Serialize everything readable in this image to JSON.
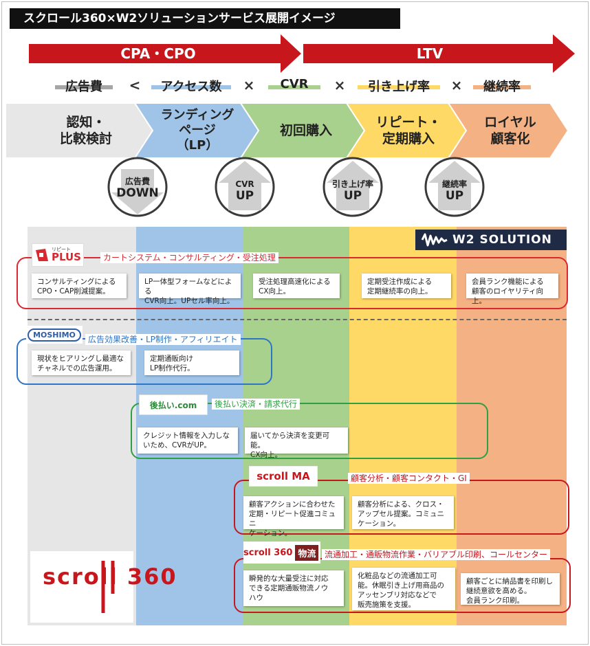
{
  "title": "スクロール360×W2ソリューションサービス展開イメージ",
  "arrows": [
    {
      "label": "CPA・CPO",
      "color": "#c8161d"
    },
    {
      "label": "LTV",
      "color": "#c8161d"
    }
  ],
  "formula": {
    "terms": [
      {
        "label": "広告費",
        "underline": "#a6a6a6"
      },
      {
        "label": "アクセス数",
        "underline": "#9dc3e6"
      },
      {
        "label": "CVR",
        "underline": "#a9d18e"
      },
      {
        "label": "引き上げ率",
        "underline": "#ffd966"
      },
      {
        "label": "継続率",
        "underline": "#f4b183"
      }
    ],
    "operators": [
      "<",
      "×",
      "×",
      "×"
    ]
  },
  "stages": [
    {
      "label": "認知・\n比較検討",
      "color": "#e7e7e7"
    },
    {
      "label": "ランディング\nページ\n（LP）",
      "color": "#9fc4e8"
    },
    {
      "label": "初回購入",
      "color": "#a9d18e"
    },
    {
      "label": "リピート・\n定期購入",
      "color": "#ffd966"
    },
    {
      "label": "ロイヤル\n顧客化",
      "color": "#f4b183"
    }
  ],
  "badges": [
    {
      "small": "広告費",
      "big": "DOWN",
      "direction": "down"
    },
    {
      "small": "CVR",
      "big": "UP",
      "direction": "up"
    },
    {
      "small": "引き上げ率",
      "big": "UP",
      "direction": "up"
    },
    {
      "small": "継続率",
      "big": "UP",
      "direction": "up"
    }
  ],
  "columns": [
    "#e6e6e6",
    "#9fc4e8",
    "#a9d18e",
    "#ffd966",
    "#f4b183"
  ],
  "w2_logo": "W2 SOLUTION",
  "groups": {
    "plus": {
      "logo_small": "リピート",
      "logo": "PLUS",
      "title": "カートシステム・コンサルティング・受注処理",
      "color": "#d9282f",
      "cards": [
        "コンサルティングによる\nCPO・CAP削減提案。",
        "LP一体型フォームなどによる\nCVR向上。UPセル率向上。",
        "受注処理高速化による\nCX向上。",
        "定期受注作成による\n定期継続率の向上。",
        "会員ランク機能による\n顧客のロイヤリティ向上。"
      ]
    },
    "moshimo": {
      "logo": "MOSHIMO",
      "title": "広告効果改善・LP制作・アフィリエイト",
      "color": "#2e75c6",
      "cards": [
        "現状をヒアリングし最適な\nチャネルでの広告運用。",
        "定期通販向け\nLP制作代行。"
      ]
    },
    "atobarai": {
      "logo": "後払い.com",
      "title": "後払い決済・請求代行",
      "color": "#2ea043",
      "cards": [
        "クレジット情報を入力しな\nいため、CVRがUP。",
        "届いてから決済を変更可能。\nCX向上。"
      ]
    },
    "scrollma": {
      "logo": "scroll MA",
      "title": "顧客分析・顧客コンタクト・GI",
      "color": "#c8161d",
      "cards": [
        "顧客アクションに合わせた\n定期・リピート促進コミュニ\nケーション。",
        "顧客分析による、クロス・\nアップセル提案。コミュニ\nケーション。"
      ]
    },
    "logistics": {
      "logo": "scroll 360",
      "logo_tag": "物流",
      "title": "流通加工・通販物流作業・バリアブル印刷、コールセンター",
      "color": "#c8161d",
      "cards": [
        "瞬発的な大量受注に対応\nできる定期通販物流ノウ\nハウ",
        "化粧品などの流通加工可\n能。休眠引き上げ用商品の\nアッセンブリ対応などで\n販売施策を支援。",
        "顧客ごとに納品書を印刷し\n継続意欲を高める。\n会員ランク印刷。"
      ]
    }
  },
  "brand_logo": "scroll 360"
}
